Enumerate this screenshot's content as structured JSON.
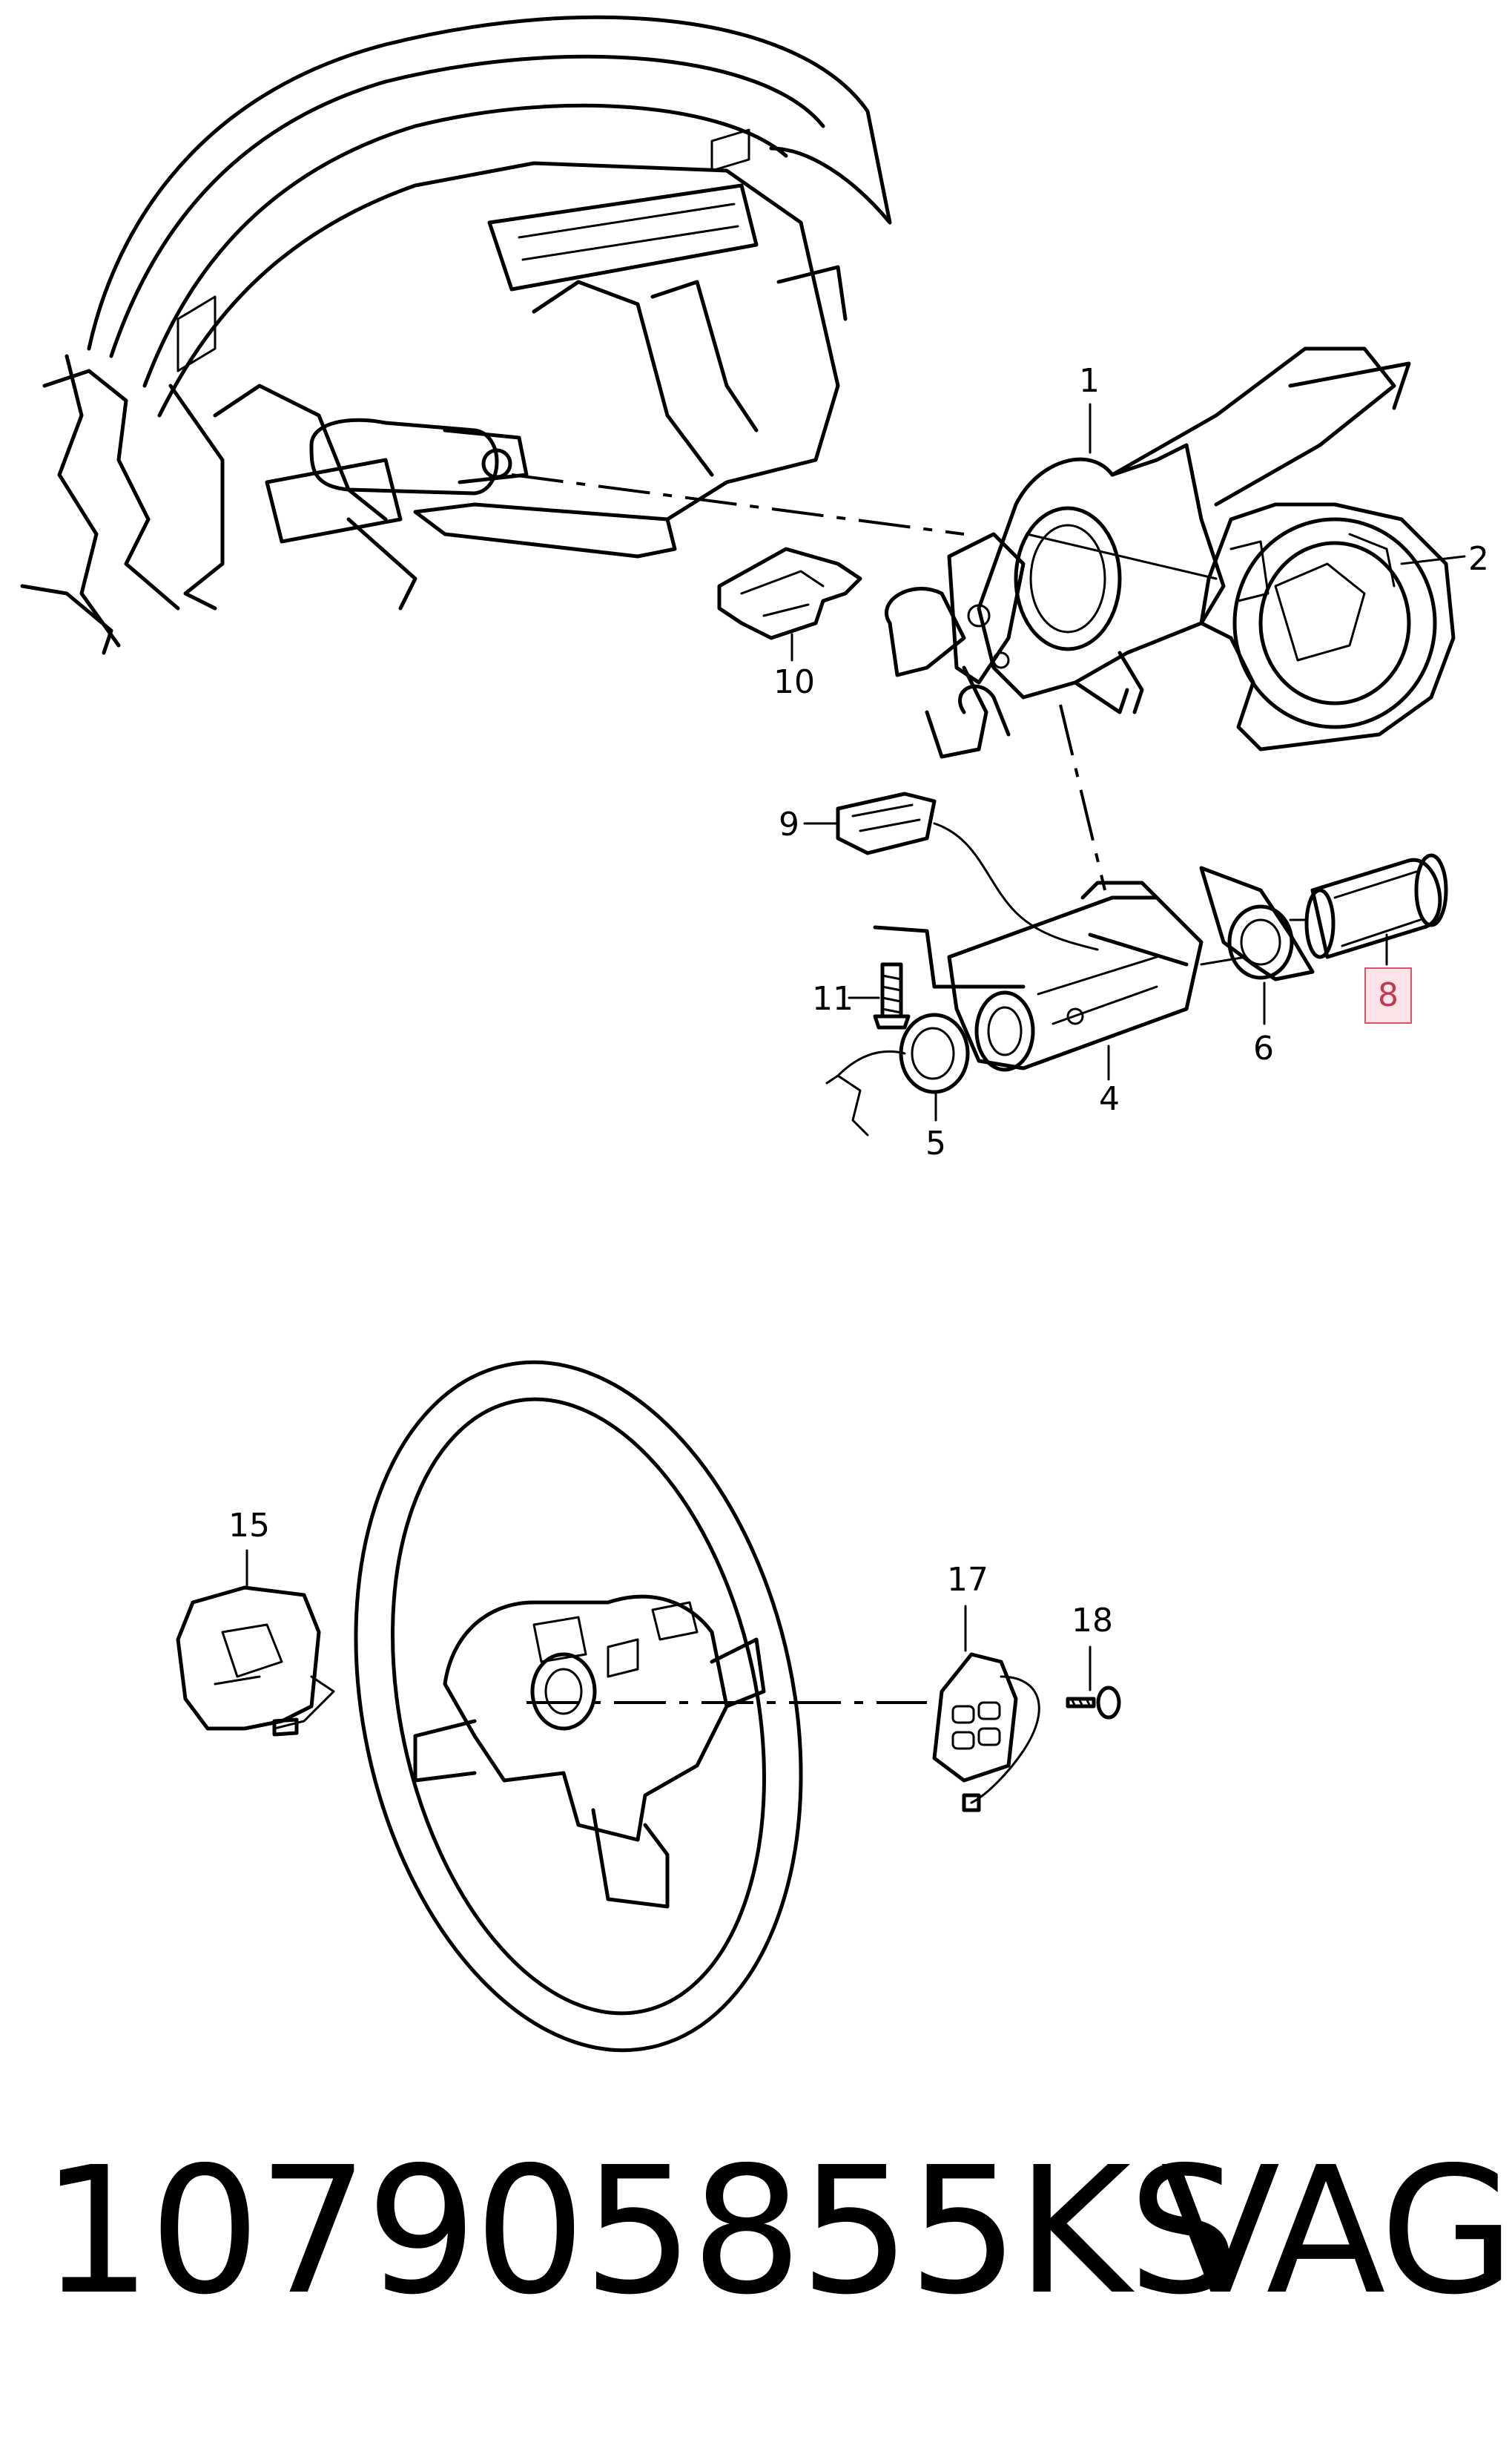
{
  "callouts": {
    "c1": "1",
    "c2": "2",
    "c4": "4",
    "c5": "5",
    "c6": "6",
    "c8": "8",
    "c9": "9",
    "c10": "10",
    "c11": "11",
    "c15": "15",
    "c17": "17",
    "c18": "18"
  },
  "highlight_color": "#d9536b",
  "footer": {
    "part_number": "107905855KS",
    "brand": "VAG"
  }
}
